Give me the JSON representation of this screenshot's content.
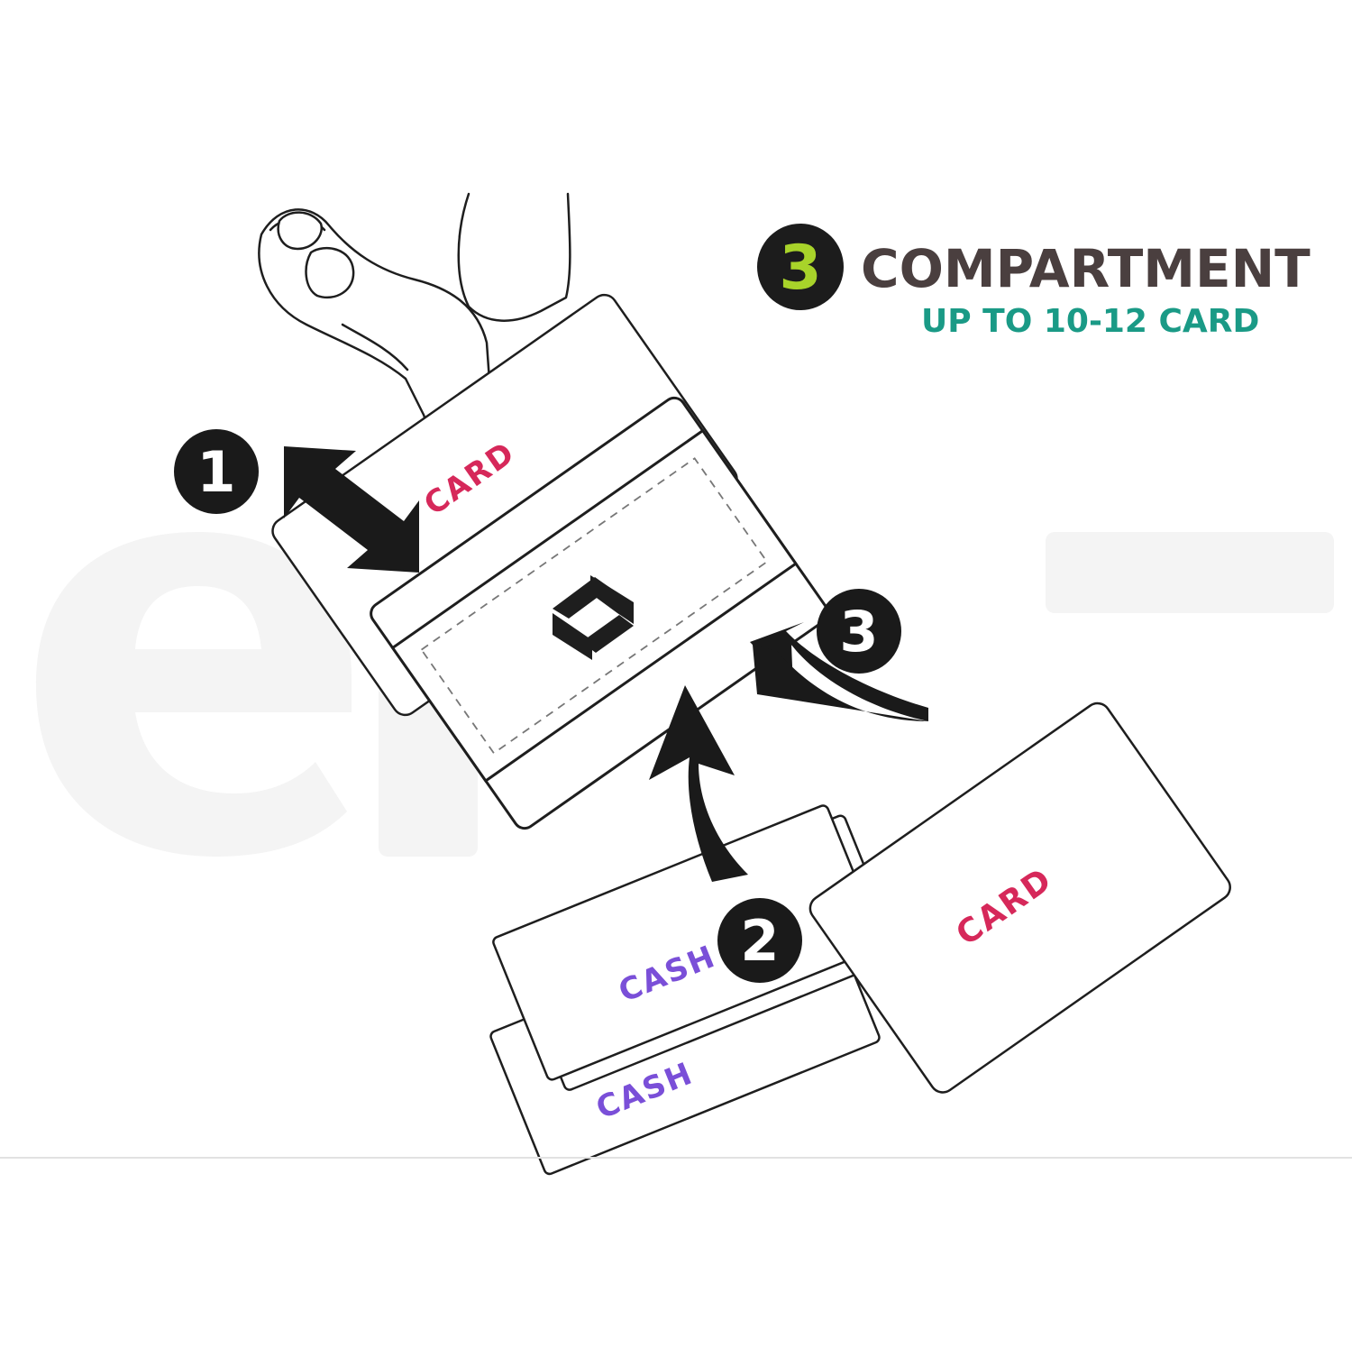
{
  "header": {
    "badge_number": "3",
    "title": "COMPARTMENT",
    "subtitle": "UP TO 10-12 CARD"
  },
  "steps": [
    {
      "number": "1"
    },
    {
      "number": "2"
    },
    {
      "number": "3"
    }
  ],
  "labels": {
    "card_top": "CARD",
    "card_bottom": "CARD",
    "cash_front": "CASH",
    "cash_back": "CASH"
  },
  "colors": {
    "card_label": "#d6285a",
    "cash_label": "#7a4fd8",
    "title": "#4a3f3f",
    "subtitle": "#1a9a86",
    "badge_fill": "#1c1c1c",
    "badge_number": "#a8d32a",
    "step_fill": "#1a1a1a",
    "outline": "#1e1e1e"
  },
  "icons": {
    "brand_logo": "brand-logo-icon",
    "step_arrows": [
      "double-arrow-icon",
      "curved-arrow-icon",
      "curved-arrow-icon"
    ]
  }
}
